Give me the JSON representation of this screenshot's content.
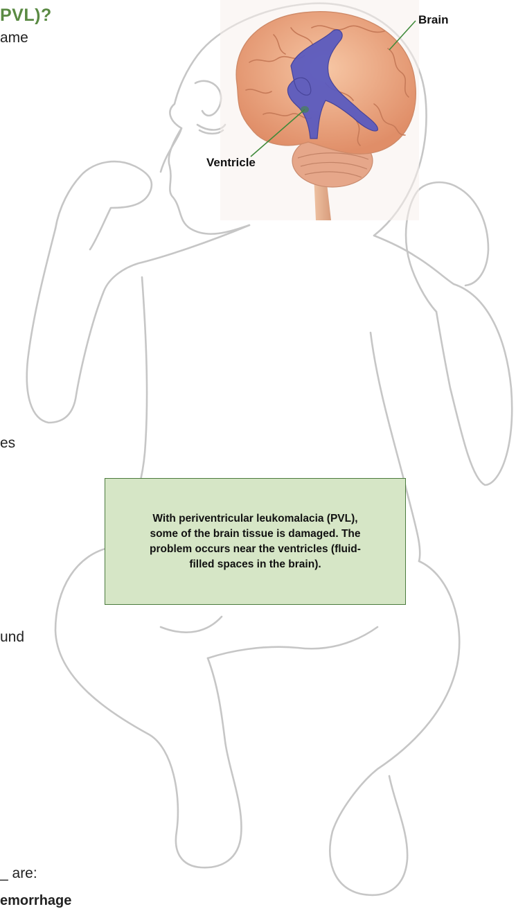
{
  "heading": {
    "fragment": "PVL)?"
  },
  "body_fragments": [
    "ame",
    "es",
    "und",
    "_ are:",
    "emorrhage"
  ],
  "labels": {
    "brain": "Brain",
    "ventricle": "Ventricle"
  },
  "callout": {
    "text": "With periventricular leukomalacia (PVL), some of the brain tissue is damaged. The problem occurs near the ventricles (fluid-filled spaces in the brain)."
  },
  "colors": {
    "heading": "#5a8a43",
    "callout_background": "#d6e6c6",
    "callout_border": "#4a7a3c",
    "leader_line": "#3f8a3a",
    "outline": "#c6c6c6",
    "brain": "#ea9f79",
    "ventricle": "#5b5bbf"
  }
}
